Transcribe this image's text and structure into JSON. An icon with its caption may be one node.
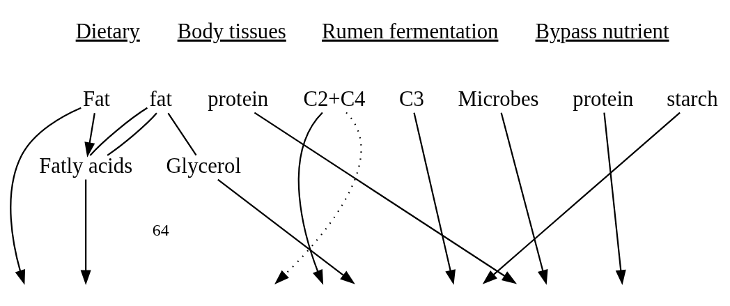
{
  "diagram": {
    "nodes": [
      {
        "text": [
          "Fat"
        ]
      },
      {
        "text": [
          "fat"
        ]
      },
      {
        "text": [
          "protein"
        ]
      },
      {
        "text": [
          "C2+C4"
        ]
      },
      {
        "text": [
          "C3"
        ]
      },
      {
        "text": [
          "Microbes"
        ]
      },
      {
        "text": [
          "protein"
        ]
      },
      {
        "text": [
          "starch"
        ]
      },
      {
        "text": [
          "Fatly acids"
        ]
      },
      {
        "text": [
          "Glycerol"
        ]
      }
    ],
    "edges": [
      {
        "from": 0,
        "to": null,
        "arrow": "to"
      },
      {
        "from": 0,
        "to": 8,
        "arrow": "to"
      },
      {
        "from": 1,
        "to": 8,
        "arrow": "none"
      },
      {
        "from": 1,
        "to": 8,
        "arrow": "none"
      },
      {
        "from": 1,
        "to": 9,
        "arrow": "none"
      },
      {
        "from": 2,
        "to": null,
        "arrow": "to"
      },
      {
        "from": 3,
        "to": null,
        "arrow": "to",
        "style": "dashed"
      },
      {
        "from": 3,
        "to": null,
        "arrow": "to"
      },
      {
        "from": 4,
        "to": null,
        "arrow": "to"
      },
      {
        "from": 5,
        "to": null,
        "arrow": "to"
      },
      {
        "from": 6,
        "to": null,
        "arrow": "to"
      },
      {
        "from": 7,
        "to": null,
        "arrow": "to"
      },
      {
        "from": 8,
        "to": null,
        "arrow": "to"
      },
      {
        "from": 9,
        "to": null,
        "arrow": "to"
      }
    ],
    "labels": [
      "Body tissues",
      "Rumen fermentation",
      "Bypass nutrient",
      "Dietary",
      "64"
    ]
  }
}
